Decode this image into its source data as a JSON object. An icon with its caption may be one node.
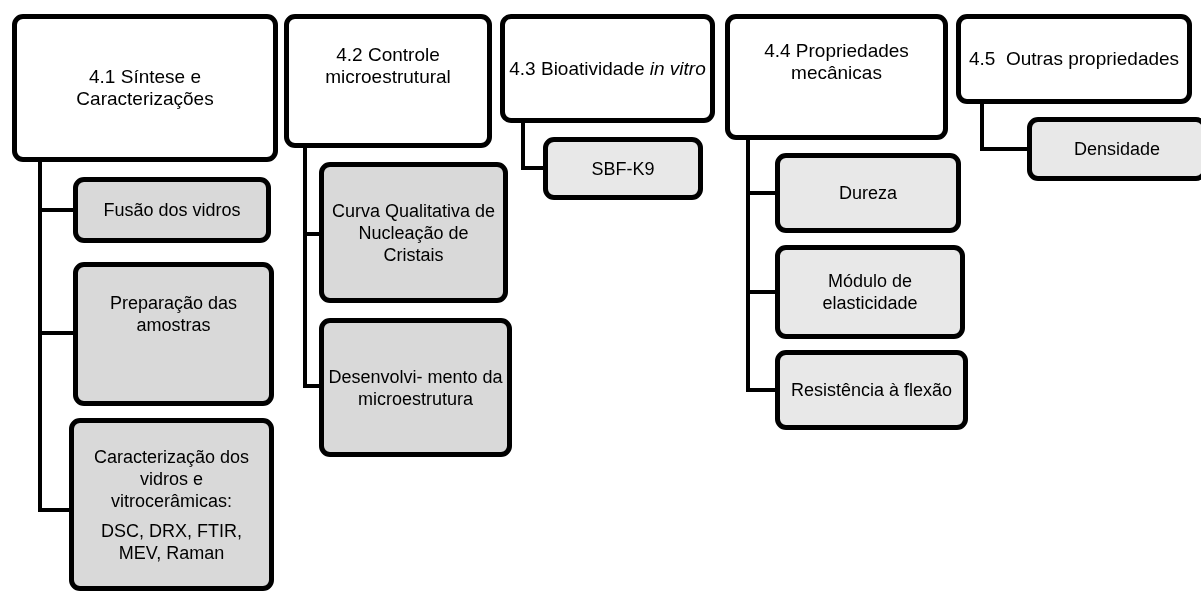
{
  "diagram": {
    "nodes": [
      {
        "text": [
          "4.1 Síntese e Caracterizações"
        ]
      },
      {
        "text": [
          "Fusão dos vidros"
        ]
      },
      {
        "text": [
          "Preparação das amostras"
        ]
      },
      {
        "text": [
          "Caracterização dos vidros e vitrocerâmicas:",
          "DSC, DRX, FTIR, MEV, Raman"
        ]
      },
      {
        "text": [
          "4.2 Controle microestrutural"
        ]
      },
      {
        "text": [
          "Curva Qualitativa de Nucleação de Cristais"
        ]
      },
      {
        "text": [
          "Desenvolvi- mento da microestrutura"
        ]
      },
      {
        "text": [
          "4.3 Bioatividade *in vitro*"
        ]
      },
      {
        "text": [
          "SBF-K9"
        ]
      },
      {
        "text": [
          "4.4 Propriedades mecânicas"
        ]
      },
      {
        "text": [
          "Dureza"
        ]
      },
      {
        "text": [
          "Módulo de elasticidade"
        ]
      },
      {
        "text": [
          "Resistência à flexão"
        ]
      },
      {
        "text": [
          "4.5  Outras propriedades"
        ]
      },
      {
        "text": [
          "Densidade"
        ]
      }
    ],
    "edges": [
      {
        "from": 0,
        "to": 1,
        "arrow": "none"
      },
      {
        "from": 0,
        "to": 2,
        "arrow": "none"
      },
      {
        "from": 0,
        "to": 3,
        "arrow": "none"
      },
      {
        "from": 4,
        "to": 5,
        "arrow": "none"
      },
      {
        "from": 4,
        "to": 6,
        "arrow": "none"
      },
      {
        "from": 7,
        "to": 8,
        "arrow": "none"
      },
      {
        "from": 9,
        "to": 10,
        "arrow": "none"
      },
      {
        "from": 9,
        "to": 11,
        "arrow": "none"
      },
      {
        "from": 9,
        "to": 12,
        "arrow": "none"
      },
      {
        "from": 13,
        "to": 14,
        "arrow": "none"
      }
    ]
  }
}
